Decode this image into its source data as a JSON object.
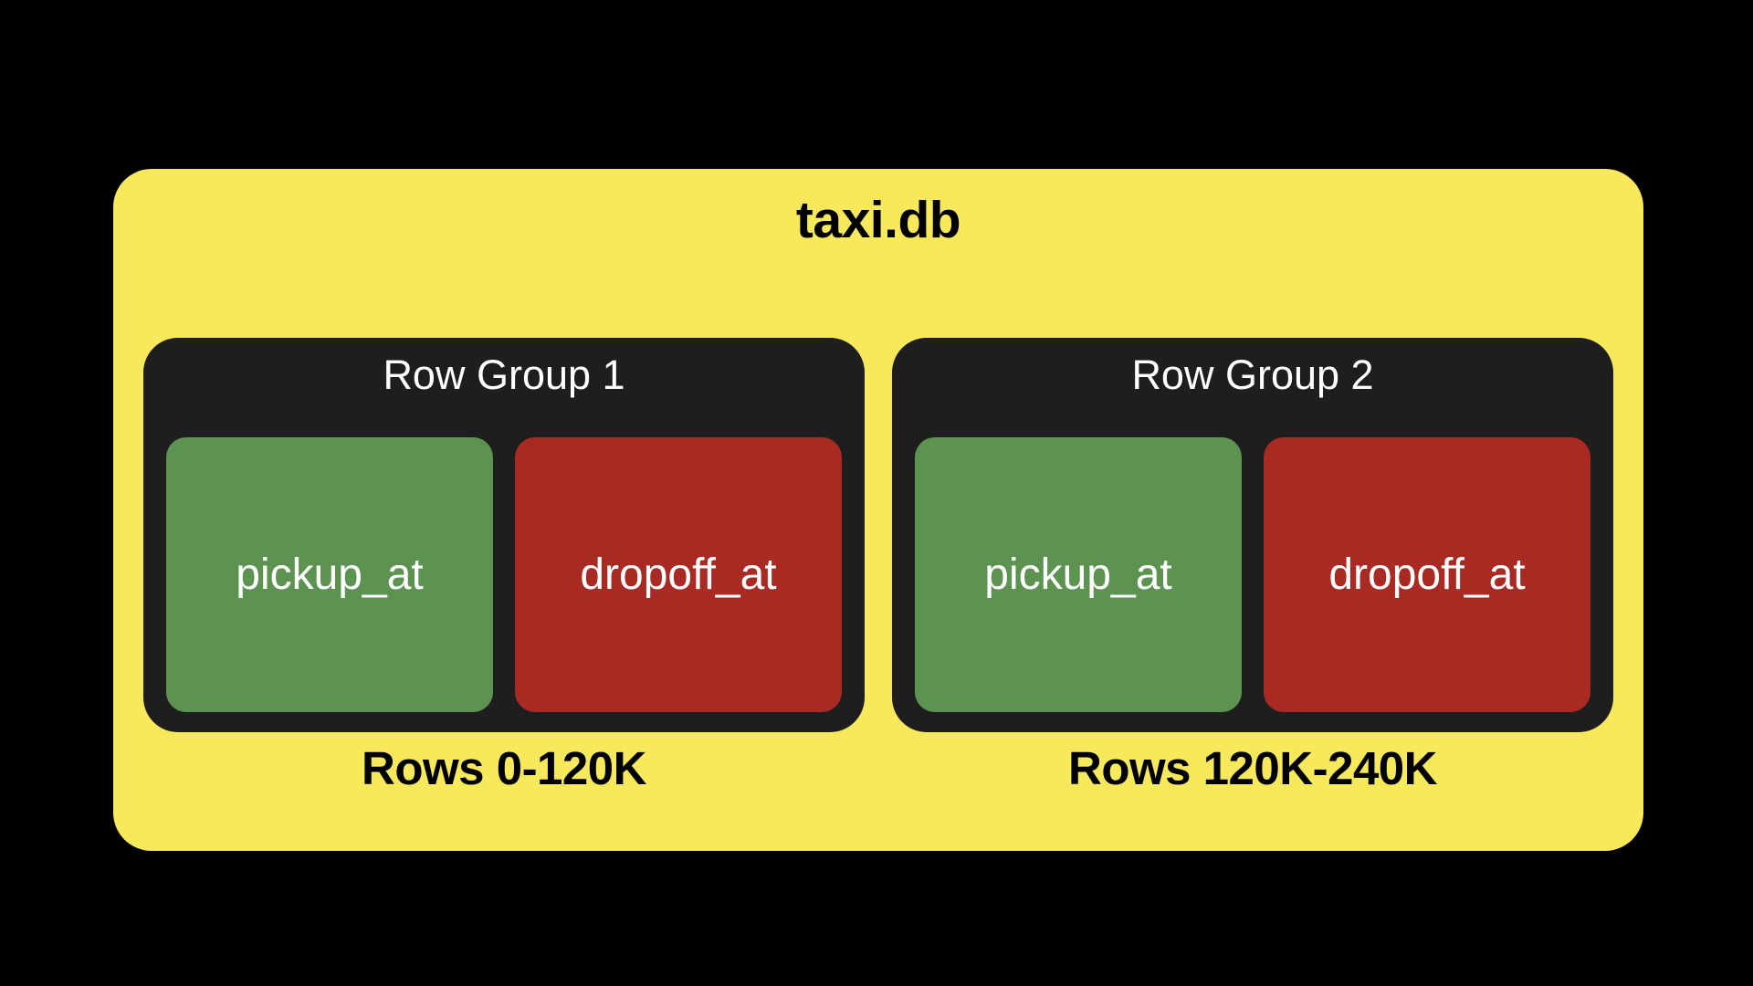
{
  "diagram": {
    "background_color": "#000000",
    "database": {
      "title": "taxi.db",
      "card_color": "#f8e95c",
      "title_color": "#000000"
    },
    "row_groups": [
      {
        "label": "Row Group 1",
        "box_color": "#1e1e1e",
        "label_color": "#ffffff",
        "row_range": "Rows 0-120K",
        "columns": [
          {
            "name": "pickup_at",
            "color": "#5d9350",
            "text_color": "#ffffff"
          },
          {
            "name": "dropoff_at",
            "color": "#a82a22",
            "text_color": "#ffffff"
          }
        ]
      },
      {
        "label": "Row Group 2",
        "box_color": "#1e1e1e",
        "label_color": "#ffffff",
        "row_range": "Rows 120K-240K",
        "columns": [
          {
            "name": "pickup_at",
            "color": "#5d9350",
            "text_color": "#ffffff"
          },
          {
            "name": "dropoff_at",
            "color": "#a82a22",
            "text_color": "#ffffff"
          }
        ]
      }
    ]
  }
}
